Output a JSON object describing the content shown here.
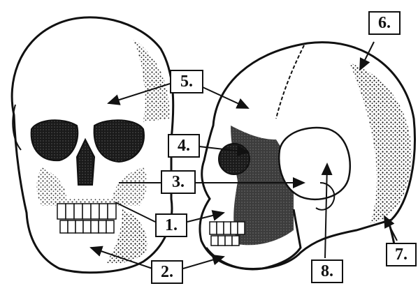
{
  "labels": {
    "n1": "1.",
    "n2": "2.",
    "n3": "3.",
    "n4": "4.",
    "n5": "5.",
    "n6": "6.",
    "n7": "7.",
    "n8": "8."
  },
  "colors": {
    "ink": "#111111",
    "paper": "#ffffff"
  }
}
